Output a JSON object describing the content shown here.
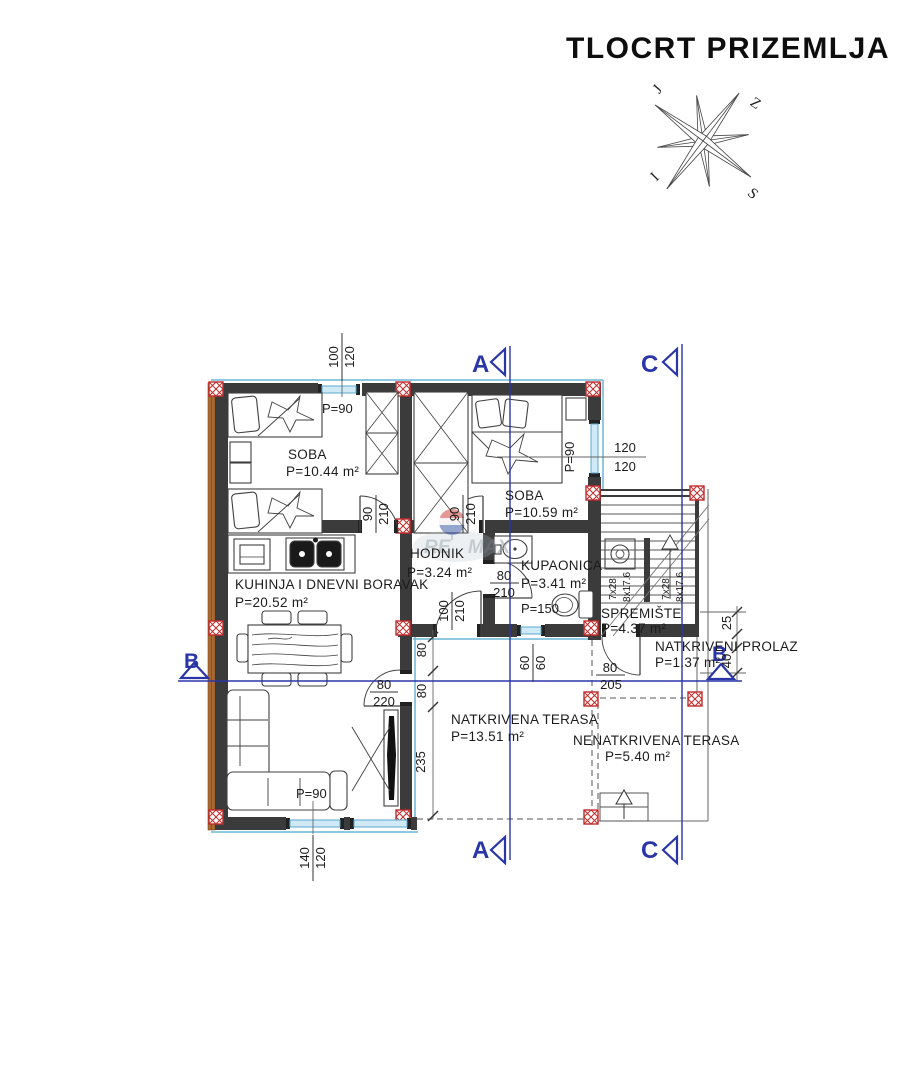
{
  "title": "TLOCRT PRIZEMLJA",
  "compass": {
    "top_left": "J",
    "top_right": "Z",
    "bottom_left": "I",
    "bottom_right": "S"
  },
  "section_markers": {
    "a": "A",
    "b": "B",
    "c": "C"
  },
  "rooms": {
    "soba1": {
      "name": "SOBA",
      "area": "P=10.44 m²"
    },
    "soba2": {
      "name": "SOBA",
      "area": "P=10.59 m²"
    },
    "hodnik": {
      "name": "HODNIK",
      "area": "P=3.24 m²"
    },
    "kupaonica": {
      "name": "KUPAONICA",
      "area": "P=3.41 m²"
    },
    "kuhinja": {
      "name": "KUHINJA I DNEVNI BORAVAK",
      "area": "P=20.52 m²"
    },
    "spremiste": {
      "name": "SPREMIŠTE",
      "area": "P=4.37 m²"
    },
    "prolaz": {
      "name": "NATKRIVENI PROLAZ",
      "area": "P=1.37 m²"
    },
    "natkrivena_terasa": {
      "name": "NATKRIVENA TERASA",
      "area": "P=13.51 m²"
    },
    "nenatkrivena_terasa": {
      "name": "NENATKRIVENA TERASA",
      "area": "P=5.40 m²"
    }
  },
  "windows": {
    "win_top": {
      "w": "100",
      "h": "120",
      "parapet": "P=90"
    },
    "win_right": {
      "w": "120",
      "h": "120",
      "parapet": "P=90"
    },
    "win_bottom": {
      "w": "140",
      "h": "120",
      "parapet": "P=90"
    },
    "win_bath": {
      "w": "60",
      "h": "60"
    }
  },
  "doors": {
    "soba1": {
      "w": "90",
      "h": "210"
    },
    "soba2": {
      "w": "90",
      "h": "210"
    },
    "kupaonica": {
      "w": "80",
      "h": "210"
    },
    "entrance": {
      "w": "100",
      "h": "210"
    },
    "living_terrace": {
      "w": "80",
      "h": "220"
    },
    "spremiste": {
      "w": "80",
      "h": "205"
    }
  },
  "fixtures": {
    "toilet_label": "P=150"
  },
  "dim_chains": {
    "terrace": [
      "80",
      "80",
      "235"
    ],
    "right": [
      "25",
      "40"
    ]
  },
  "stairs": {
    "run": "7x28",
    "rise": "8x17.6"
  },
  "watermark": {
    "left": "RE",
    "right": "MAX"
  },
  "colors": {
    "section_line": "#2a35a8",
    "glazing": "#cfeaf6",
    "glazing_border": "#58a8cc",
    "column_red": "#c22a2a",
    "wall": "#3b3b3b",
    "insulation_brown": "#a96a31"
  }
}
